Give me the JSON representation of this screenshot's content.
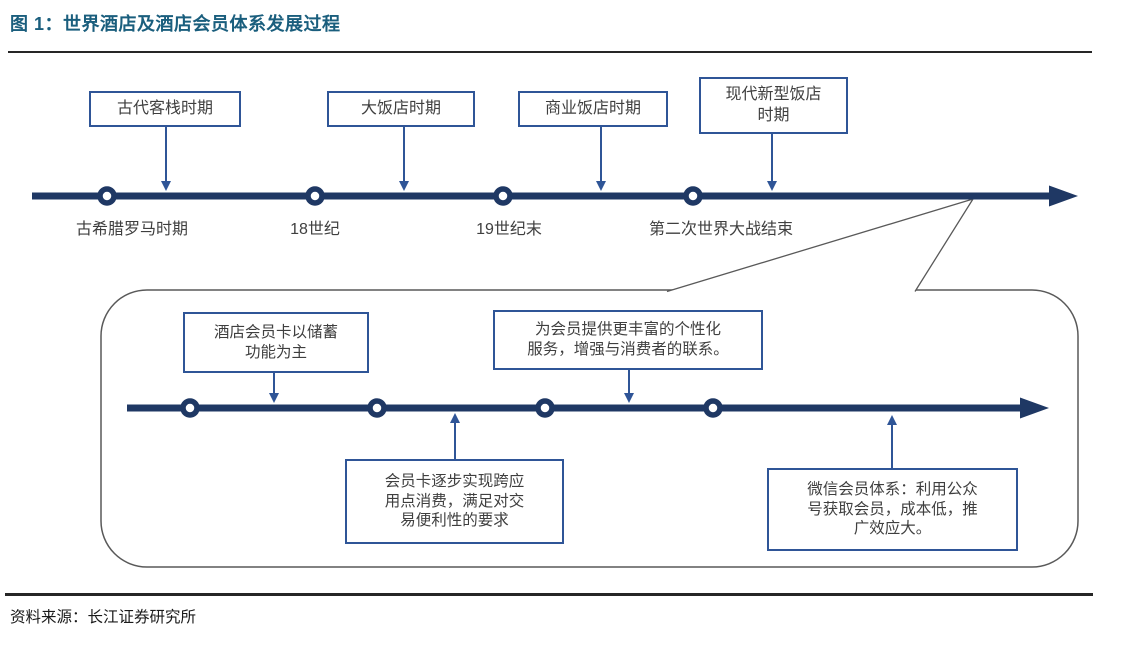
{
  "page": {
    "title": "图 1：世界酒店及酒店会员体系发展过程",
    "source": "资料来源：长江证券研究所"
  },
  "colors": {
    "accent_navy": "#1F3864",
    "box_border": "#2F5597",
    "title_blue": "#1A5E7D",
    "bubble_border": "#595959",
    "text_dark": "#3F3F3F",
    "divider_dark": "#262626"
  },
  "top_timeline": {
    "stage_boxes": [
      {
        "id": "ancient-inn",
        "lines": [
          "古代客栈时期"
        ]
      },
      {
        "id": "grand-hotel",
        "lines": [
          "大饭店时期"
        ]
      },
      {
        "id": "commercial-hotel",
        "lines": [
          "商业饭店时期"
        ]
      },
      {
        "id": "modern-hotel",
        "lines": [
          "现代新型饭店",
          "时期"
        ]
      }
    ],
    "era_labels": [
      "古希腊罗马时期",
      "18世纪",
      "19世纪末",
      "第二次世界大战结束"
    ]
  },
  "member_timeline": {
    "above_boxes": [
      {
        "id": "member-card-savings",
        "lines": [
          "酒店会员卡以储蓄",
          "功能为主"
        ]
      },
      {
        "id": "personalized-service",
        "lines": [
          "为会员提供更丰富的个性化",
          "服务，增强与消费者的联系。"
        ]
      }
    ],
    "below_boxes": [
      {
        "id": "cross-application",
        "lines": [
          "会员卡逐步实现跨应",
          "用点消费，满足对交",
          "易便利性的要求"
        ]
      },
      {
        "id": "wechat-member",
        "lines": [
          "微信会员体系：利用公众",
          "号获取会员，成本低，推",
          "广效应大。"
        ]
      }
    ]
  }
}
